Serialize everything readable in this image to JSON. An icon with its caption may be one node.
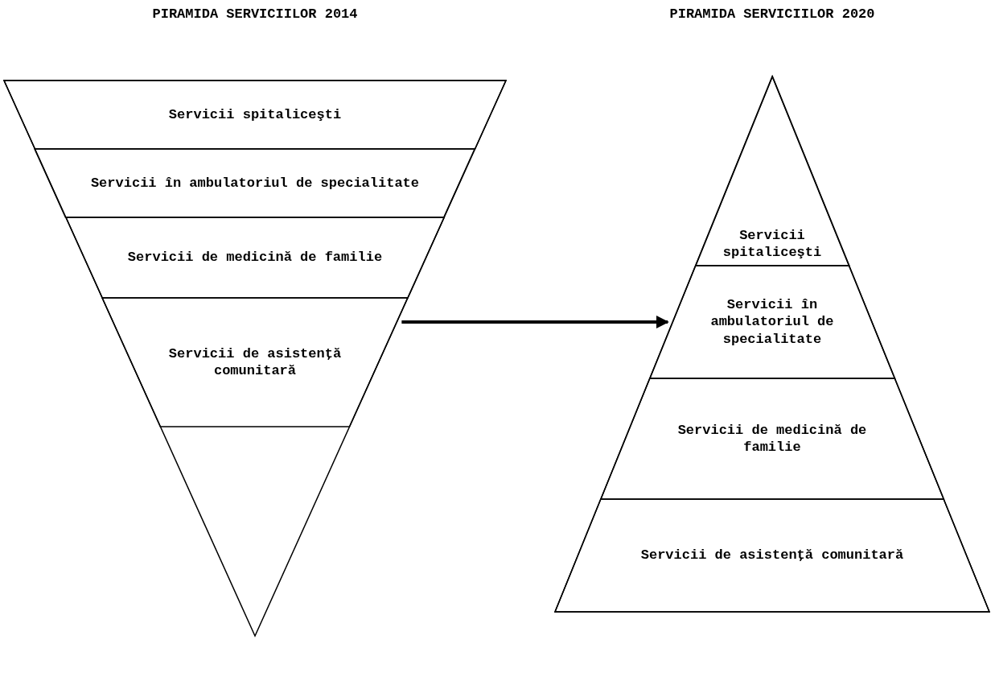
{
  "diagram": {
    "nodes": [
      {
        "text": [
          "PIRAMIDA SERVICIILOR 2014"
        ]
      },
      {
        "text": [
          "Servicii spitaliceşti"
        ],
        "in": 0
      },
      {
        "text": [
          "Servicii în ambulatoriul de specialitate"
        ],
        "in": 0
      },
      {
        "text": [
          "Servicii de medicină de familie"
        ],
        "in": 0
      },
      {
        "text": [
          "Servicii de asistenţă comunitară"
        ],
        "in": 0
      },
      {
        "text": [
          "PIRAMIDA SERVICIILOR 2020"
        ]
      },
      {
        "text": [
          "Servicii spitaliceşti"
        ],
        "in": 5
      },
      {
        "text": [
          "Servicii în ambulatoriul de specialitate"
        ],
        "in": 5
      },
      {
        "text": [
          "Servicii de medicină de familie"
        ],
        "in": 5
      },
      {
        "text": [
          "Servicii de asistenţă comunitară"
        ],
        "in": 5
      }
    ],
    "edges": [
      {
        "from": 0,
        "to": 5,
        "arrow": "to"
      }
    ]
  }
}
